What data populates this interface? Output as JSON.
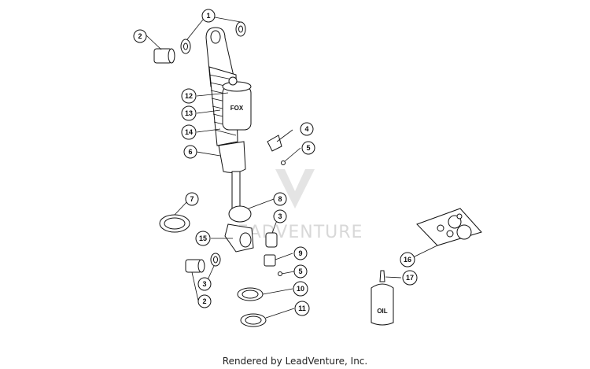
{
  "watermark": "LEADVENTURE",
  "footer": "Rendered by LeadVenture, Inc.",
  "brand_label": "FOX",
  "oil_label": "OIL",
  "callouts": [
    {
      "id": "c1",
      "label": "1"
    },
    {
      "id": "c2a",
      "label": "2"
    },
    {
      "id": "c12",
      "label": "12"
    },
    {
      "id": "c13",
      "label": "13"
    },
    {
      "id": "c14",
      "label": "14"
    },
    {
      "id": "c6",
      "label": "6"
    },
    {
      "id": "c4",
      "label": "4"
    },
    {
      "id": "c5a",
      "label": "5"
    },
    {
      "id": "c7",
      "label": "7"
    },
    {
      "id": "c8",
      "label": "8"
    },
    {
      "id": "c3a",
      "label": "3"
    },
    {
      "id": "c15",
      "label": "15"
    },
    {
      "id": "c9",
      "label": "9"
    },
    {
      "id": "c5b",
      "label": "5"
    },
    {
      "id": "c3b",
      "label": "3"
    },
    {
      "id": "c2b",
      "label": "2"
    },
    {
      "id": "c10",
      "label": "10"
    },
    {
      "id": "c11",
      "label": "11"
    },
    {
      "id": "c16",
      "label": "16"
    },
    {
      "id": "c17",
      "label": "17"
    }
  ]
}
